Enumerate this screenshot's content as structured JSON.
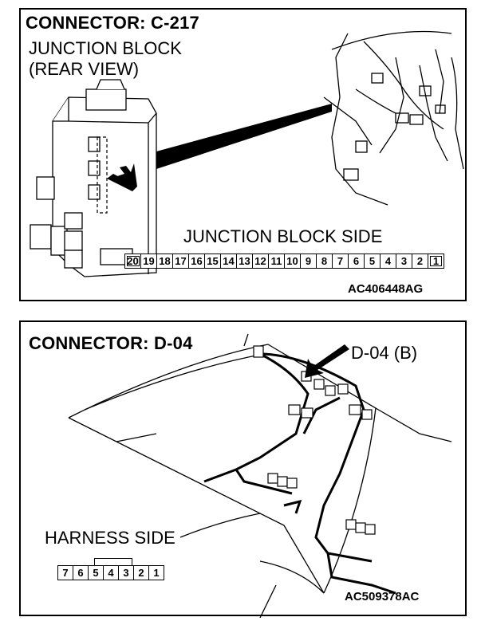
{
  "top_panel": {
    "title": "CONNECTOR: C-217",
    "subtitle_line1": "JUNCTION BLOCK",
    "subtitle_line2": "(REAR VIEW)",
    "side_label": "JUNCTION BLOCK SIDE",
    "pins": [
      "20",
      "19",
      "18",
      "17",
      "16",
      "15",
      "14",
      "13",
      "12",
      "11",
      "10",
      "9",
      "8",
      "7",
      "6",
      "5",
      "4",
      "3",
      "2",
      "1"
    ],
    "code": "AC406448AG"
  },
  "bottom_panel": {
    "title": "CONNECTOR: D-04",
    "callout": "D-04 (B)",
    "side_label": "HARNESS SIDE",
    "pins": [
      "7",
      "6",
      "5",
      "4",
      "3",
      "2",
      "1"
    ],
    "code": "AC509378AC"
  }
}
